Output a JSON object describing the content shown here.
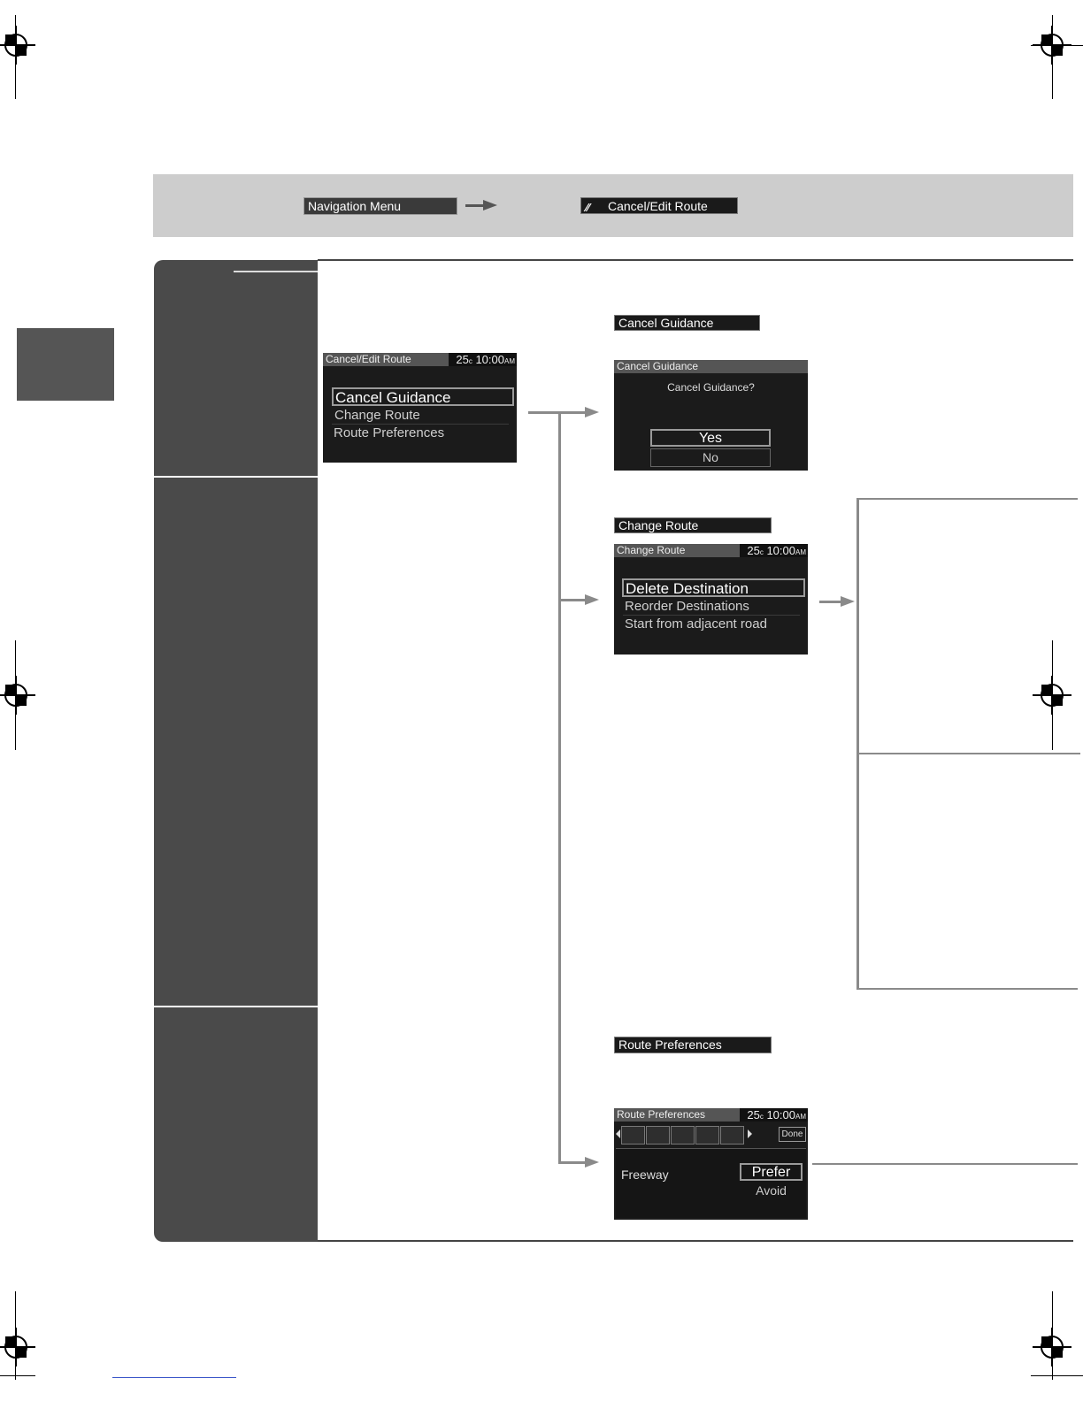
{
  "breadcrumb": {
    "step1": "Navigation Menu",
    "step2": "Cancel/Edit Route"
  },
  "main_screen": {
    "title": "Cancel/Edit Route",
    "clock": "25",
    "clock_unit": "c",
    "time": "10:00",
    "ampm": "AM",
    "items": [
      "Cancel Guidance",
      "Change Route",
      "Route Preferences"
    ]
  },
  "cancel_guidance": {
    "label": "Cancel Guidance",
    "screen_title": "Cancel Guidance",
    "question": "Cancel Guidance?",
    "yes": "Yes",
    "no": "No"
  },
  "change_route": {
    "label": "Change Route",
    "screen_title": "Change Route",
    "clock": "25",
    "clock_unit": "c",
    "time": "10:00",
    "ampm": "AM",
    "items": [
      "Delete Destination",
      "Reorder Destinations",
      "Start from adjacent road"
    ]
  },
  "route_preferences": {
    "label": "Route Preferences",
    "screen_title": "Route Preferences",
    "clock": "25",
    "clock_unit": "c",
    "time": "10:00",
    "ampm": "AM",
    "done": "Done",
    "option_label": "Freeway",
    "prefer": "Prefer",
    "avoid": "Avoid",
    "icons": [
      "freeway-icon",
      "toll-road-icon",
      "ferry-icon",
      "unpaved-road-icon",
      "hov-lane-icon"
    ]
  }
}
